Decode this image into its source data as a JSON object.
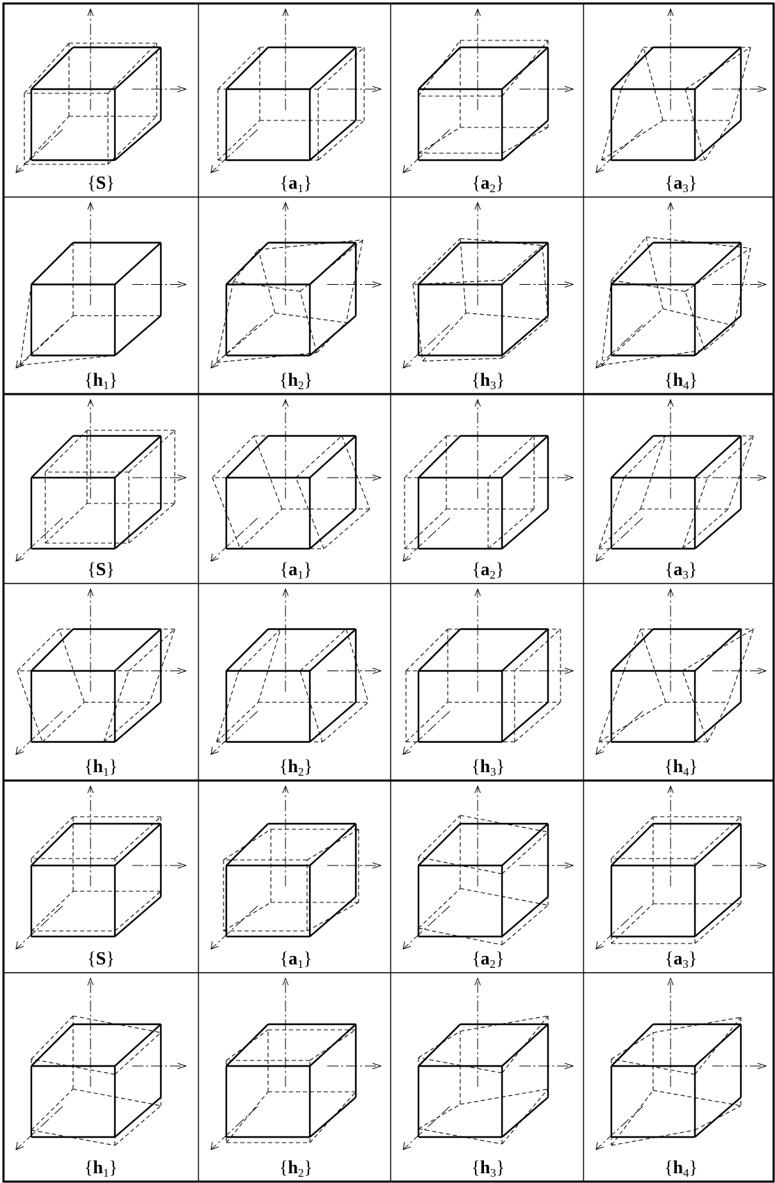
{
  "figure": {
    "rows": [
      {
        "labels": [
          {
            "sym": "S",
            "sub": ""
          },
          {
            "sym": "a",
            "sub": "1"
          },
          {
            "sym": "a",
            "sub": "2"
          },
          {
            "sym": "a",
            "sub": "3"
          }
        ]
      },
      {
        "labels": [
          {
            "sym": "h",
            "sub": "1"
          },
          {
            "sym": "h",
            "sub": "2"
          },
          {
            "sym": "h",
            "sub": "3"
          },
          {
            "sym": "h",
            "sub": "4"
          }
        ]
      },
      {
        "labels": [
          {
            "sym": "S",
            "sub": ""
          },
          {
            "sym": "a",
            "sub": "1"
          },
          {
            "sym": "a",
            "sub": "2"
          },
          {
            "sym": "a",
            "sub": "3"
          }
        ]
      },
      {
        "labels": [
          {
            "sym": "h",
            "sub": "1"
          },
          {
            "sym": "h",
            "sub": "2"
          },
          {
            "sym": "h",
            "sub": "3"
          },
          {
            "sym": "h",
            "sub": "4"
          }
        ]
      },
      {
        "labels": [
          {
            "sym": "S",
            "sub": ""
          },
          {
            "sym": "a",
            "sub": "1"
          },
          {
            "sym": "a",
            "sub": "2"
          },
          {
            "sym": "a",
            "sub": "3"
          }
        ]
      },
      {
        "labels": [
          {
            "sym": "h",
            "sub": "1"
          },
          {
            "sym": "h",
            "sub": "2"
          },
          {
            "sym": "h",
            "sub": "3"
          },
          {
            "sym": "h",
            "sub": "4"
          }
        ]
      }
    ],
    "brace_open": "{",
    "brace_close": "}",
    "line_color": "#000000",
    "background": "#ffffff"
  }
}
